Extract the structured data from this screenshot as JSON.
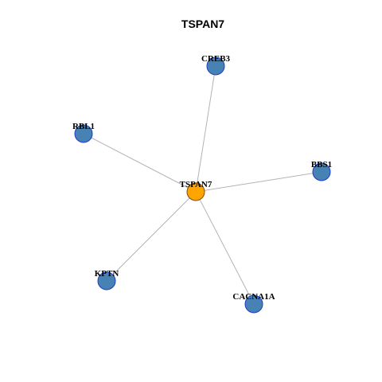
{
  "title": "TSPAN7",
  "colors": {
    "hub_fill": "#FFA500",
    "hub_stroke": "#8B4513",
    "node_fill": "#4682B4",
    "node_stroke": "#1E3CC8",
    "edge": "#B3B3B3"
  },
  "network": {
    "hub": "TSPAN7",
    "nodes": [
      {
        "id": "TSPAN7",
        "role": "hub"
      },
      {
        "id": "CREB3",
        "role": "neighbor"
      },
      {
        "id": "RBL1",
        "role": "neighbor"
      },
      {
        "id": "BBS1",
        "role": "neighbor"
      },
      {
        "id": "KPTN",
        "role": "neighbor"
      },
      {
        "id": "CACNA1A",
        "role": "neighbor"
      }
    ],
    "edges": [
      {
        "source": "TSPAN7",
        "target": "CREB3"
      },
      {
        "source": "TSPAN7",
        "target": "RBL1"
      },
      {
        "source": "TSPAN7",
        "target": "BBS1"
      },
      {
        "source": "TSPAN7",
        "target": "KPTN"
      },
      {
        "source": "TSPAN7",
        "target": "CACNA1A"
      }
    ]
  }
}
